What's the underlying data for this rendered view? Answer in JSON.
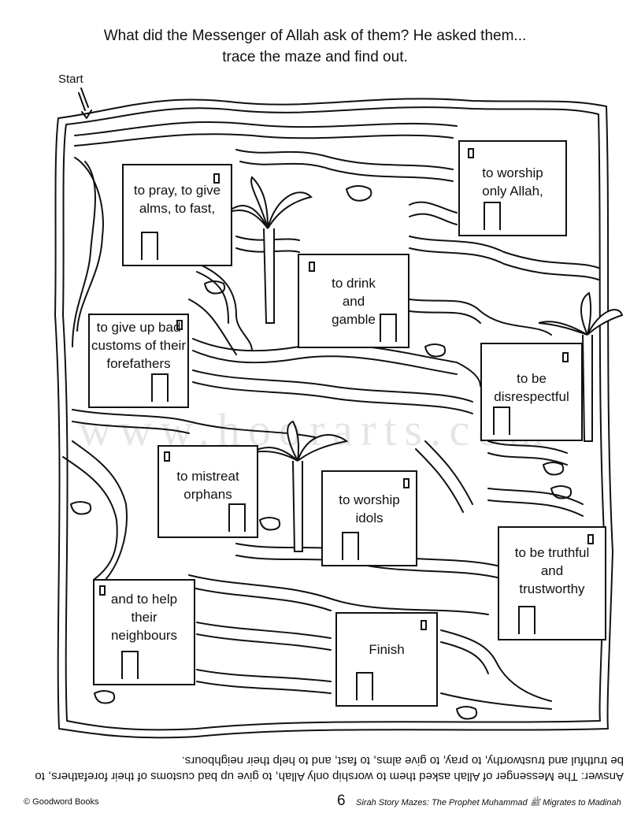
{
  "heading": {
    "line1": "What did the Messenger of Allah ask of them? He asked them...",
    "line2": "trace the maze and find out."
  },
  "start_label": "Start",
  "boxes": {
    "pray": "to pray, to give alms, to fast,",
    "worship_allah": "to worship only Allah,",
    "drink": "to drink and gamble",
    "customs": "to give up bad customs of their forefathers",
    "disrespect": "to be disrespectful",
    "orphans": "to mistreat orphans",
    "idols": "to worship idols",
    "truthful": "to be truthful and trustworthy",
    "neighbours": "and to help their neighbours",
    "finish": "Finish"
  },
  "answer": "Answer: The Messenger of Allah asked them to worship only Allah, to give up bad customs of their forefathers, to be truthful and trustworthy, to pray, to give alms, to fast, and to help their neighbours.",
  "watermark": "www.hoorarts.com",
  "footer": {
    "copyright": "© Goodword Books",
    "page_number": "6",
    "book_title": "Sirah Story Mazes: The Prophet Muhammad ﷺ Migrates to Madinah"
  },
  "icons": [
    "start-arrow-icon",
    "palm-tree-icon",
    "door-icon",
    "window-icon"
  ]
}
